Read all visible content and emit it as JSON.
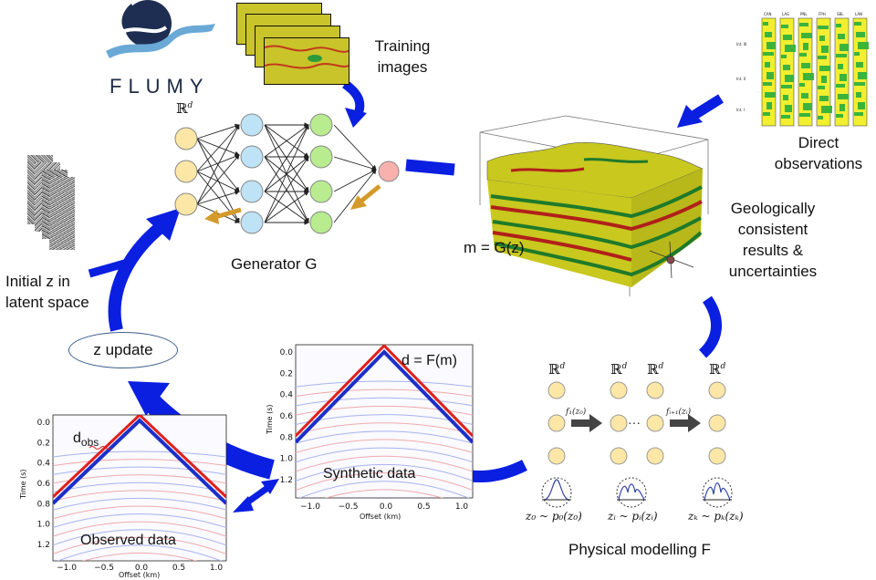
{
  "logo": {
    "text": "FLUMY"
  },
  "labels": {
    "training_line1": "Training",
    "training_line2": "images",
    "generator": "Generator G",
    "model_eq": "m = G(z)",
    "direct_line1": "Direct",
    "direct_line2": "observations",
    "geo_line1": "Geologically",
    "geo_line2": "consistent",
    "geo_line3": "results &",
    "geo_line4": "uncertainties",
    "initial_line1": "Initial z in",
    "initial_line2": "latent space",
    "z_update": "z update",
    "physical": "Physical modelling F"
  },
  "math": {
    "Rd": "ℝ",
    "d": "d",
    "f1": "f₁(z₀)",
    "fi": "fᵢ₊₁(zᵢ)",
    "dots": "···",
    "z0": "z₀ ~ p₀(z₀)",
    "zi": "zᵢ ~ pᵢ(zᵢ)",
    "zk": "zₖ ~ pₖ(zₖ)"
  },
  "plots": {
    "synthetic": {
      "title": "d = F(m)",
      "caption": "Synthetic data",
      "ylabel": "Time (s)",
      "xlabel": "Offset (km)",
      "yticks": [
        "0.0",
        "0.2",
        "0.4",
        "0.6",
        "0.8",
        "1.0",
        "1.2"
      ],
      "xticks": [
        "−1.0",
        "−0.5",
        "0.0",
        "0.5",
        "1.0"
      ]
    },
    "observed": {
      "title_main": "d",
      "title_sub": "obs",
      "caption": "Observed data",
      "ylabel": "Time (s)",
      "xlabel": "Offset (km)",
      "yticks": [
        "0.0",
        "0.2",
        "0.4",
        "0.6",
        "0.8",
        "1.0",
        "1.2"
      ],
      "xticks": [
        "−1.0",
        "−0.5",
        "0.0",
        "0.5",
        "1.0"
      ]
    }
  },
  "well_logs": {
    "columns": [
      "CAN",
      "LAG",
      "PNL",
      "FPH",
      "SBL",
      "LAN"
    ],
    "side_labels": [
      "Int. III",
      "Int. II",
      "Int. I"
    ]
  },
  "colors": {
    "arrow_blue": "#0a1fe0",
    "node_yellow": "#fde7a6",
    "node_blue": "#bfe3f6",
    "node_green": "#b8ec8e",
    "node_red": "#f9b1ae",
    "orange_arrow": "#d49a2a",
    "seismic_red": "#e0201d",
    "seismic_blue": "#1c2fc8",
    "geo_yellow": "#c8c81f",
    "geo_red": "#b0201a",
    "geo_green": "#1f7a2a"
  }
}
